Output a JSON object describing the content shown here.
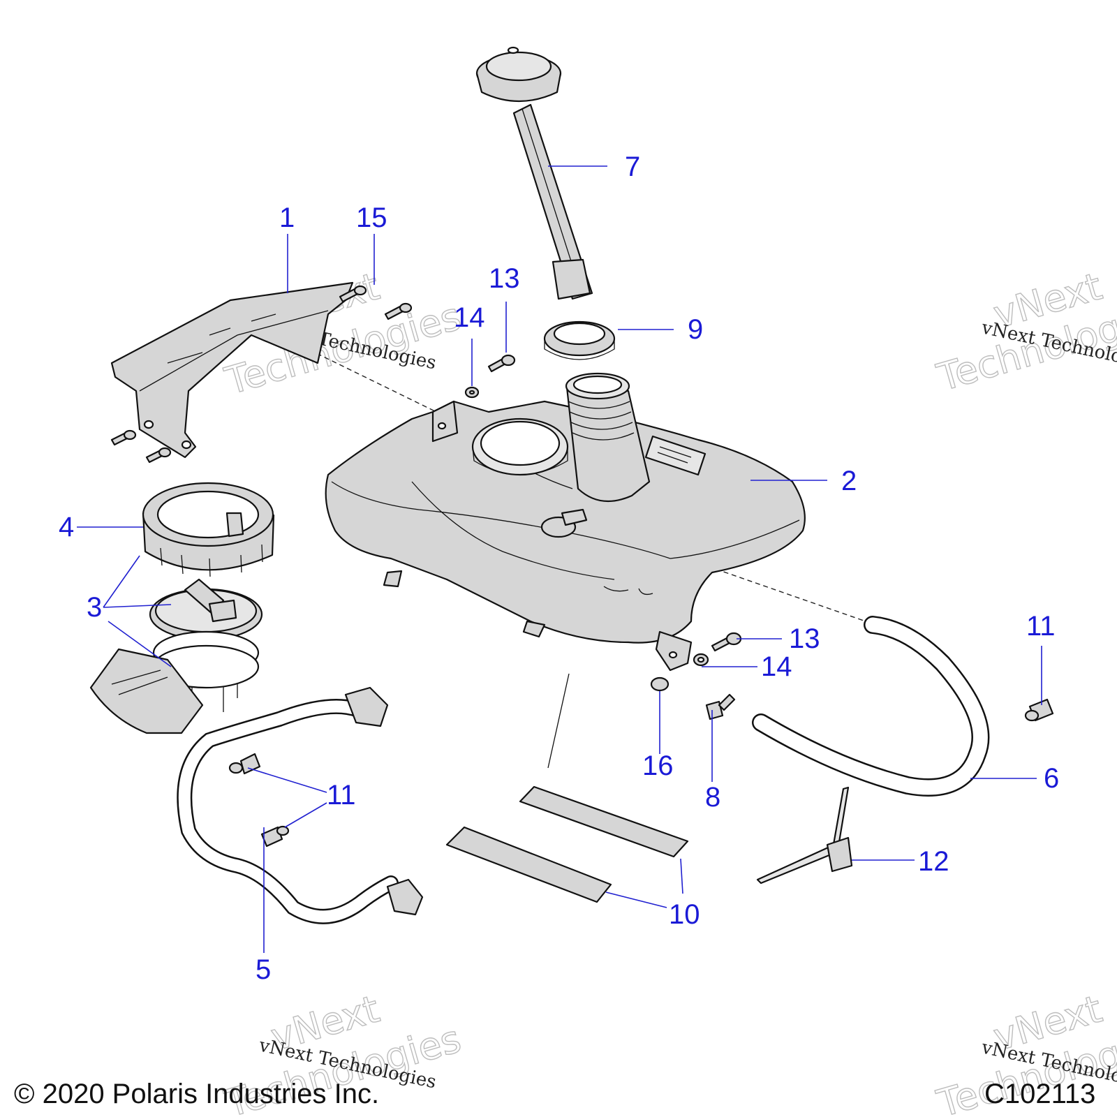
{
  "diagram": {
    "callouts": [
      "1",
      "2",
      "3",
      "4",
      "5",
      "6",
      "7",
      "8",
      "9",
      "10",
      "11",
      "12",
      "13",
      "14",
      "15",
      "16"
    ],
    "labels": {
      "c1": "1",
      "c2": "2",
      "c3": "3",
      "c4": "4",
      "c5": "5",
      "c6": "6",
      "c7": "7",
      "c8": "8",
      "c9": "9",
      "c10": "10",
      "c11a": "11",
      "c11b": "11",
      "c12": "12",
      "c13a": "13",
      "c13b": "13",
      "c14a": "14",
      "c14b": "14",
      "c15": "15",
      "c16": "16"
    }
  },
  "watermark": {
    "line1": "vNext Technologies",
    "line2": "vNext",
    "line3": "Technologies"
  },
  "footer": {
    "copyright": "© 2020 Polaris Industries Inc.",
    "code": "C102113"
  },
  "colors": {
    "callout": "#1a1ad6",
    "part_fill": "#d6d6d6"
  }
}
